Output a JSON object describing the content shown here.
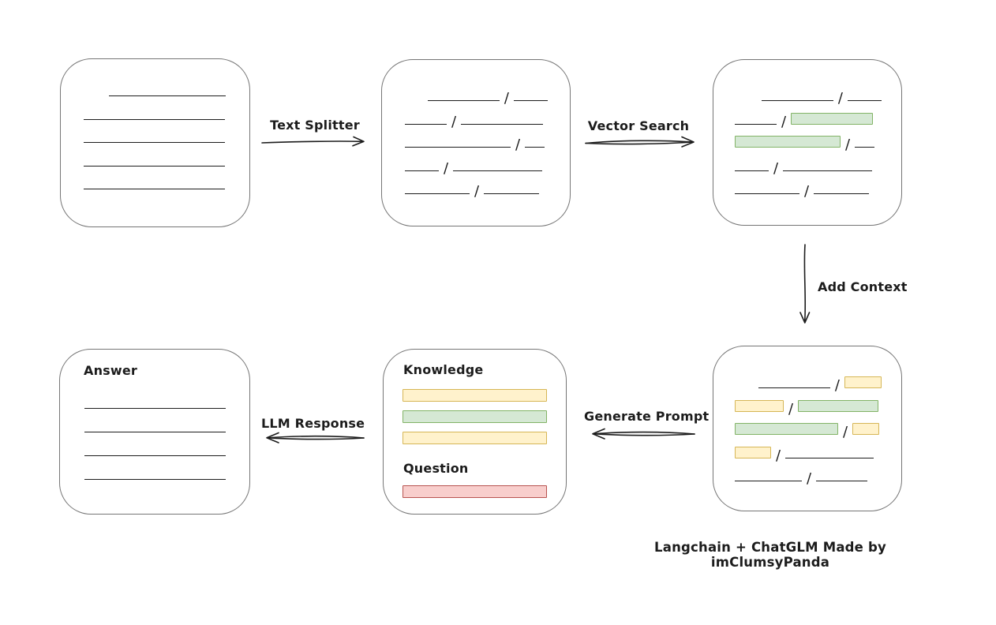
{
  "footer": {
    "credit": "Langchain + ChatGLM Made by imClumsyPanda"
  },
  "glyphs": {
    "slash": "/"
  },
  "colors": {
    "ink": "#1c1c1c",
    "box_border": "#757575",
    "green": {
      "fill": "#d5e8d4",
      "stroke": "#82b366"
    },
    "yellow": {
      "fill": "#fff2cc",
      "stroke": "#d6b656"
    },
    "red": {
      "fill": "#f8cecc",
      "stroke": "#b85450"
    }
  },
  "arrows": {
    "text_splitter": {
      "label": "Text Splitter"
    },
    "vector_search": {
      "label": "Vector Search"
    },
    "add_context": {
      "label": "Add Context"
    },
    "generate_prompt": {
      "label": "Generate Prompt"
    },
    "llm_response": {
      "label": "LLM Response"
    }
  },
  "nodes": {
    "source_document": {
      "rows": [
        {
          "align": "end",
          "segs": [
            {
              "t": "line",
              "w": 148
            }
          ]
        },
        {
          "segs": [
            {
              "t": "line",
              "w": 179
            }
          ]
        },
        {
          "segs": [
            {
              "t": "line",
              "w": 179
            }
          ]
        },
        {
          "segs": [
            {
              "t": "line",
              "w": 179
            }
          ]
        },
        {
          "segs": [
            {
              "t": "line",
              "w": 179
            }
          ]
        }
      ]
    },
    "split_text": {
      "rows": [
        {
          "align": "end",
          "segs": [
            {
              "t": "line",
              "w": 91
            },
            {
              "t": "slash"
            },
            {
              "t": "line",
              "w": 43
            }
          ]
        },
        {
          "segs": [
            {
              "t": "line",
              "w": 53
            },
            {
              "t": "slash"
            },
            {
              "t": "line",
              "w": 104
            }
          ]
        },
        {
          "segs": [
            {
              "t": "line",
              "w": 134
            },
            {
              "t": "slash"
            },
            {
              "t": "line",
              "w": 25
            }
          ]
        },
        {
          "segs": [
            {
              "t": "line",
              "w": 43
            },
            {
              "t": "slash"
            },
            {
              "t": "line",
              "w": 113
            }
          ]
        },
        {
          "segs": [
            {
              "t": "line",
              "w": 82
            },
            {
              "t": "slash"
            },
            {
              "t": "line",
              "w": 70
            }
          ]
        }
      ]
    },
    "matched_text": {
      "rows": [
        {
          "align": "end",
          "segs": [
            {
              "t": "line",
              "w": 91
            },
            {
              "t": "slash"
            },
            {
              "t": "line",
              "w": 43
            }
          ]
        },
        {
          "segs": [
            {
              "t": "line",
              "w": 53
            },
            {
              "t": "slash"
            },
            {
              "t": "bar",
              "c": "green",
              "w": 104
            }
          ]
        },
        {
          "segs": [
            {
              "t": "bar",
              "c": "green",
              "w": 134
            },
            {
              "t": "slash"
            },
            {
              "t": "line",
              "w": 25
            }
          ]
        },
        {
          "segs": [
            {
              "t": "line",
              "w": 43
            },
            {
              "t": "slash"
            },
            {
              "t": "line",
              "w": 113
            }
          ]
        },
        {
          "segs": [
            {
              "t": "line",
              "w": 82
            },
            {
              "t": "slash"
            },
            {
              "t": "line",
              "w": 70
            }
          ]
        }
      ]
    },
    "context_text": {
      "rows": [
        {
          "align": "end",
          "segs": [
            {
              "t": "line",
              "w": 91
            },
            {
              "t": "slash"
            },
            {
              "t": "bar",
              "c": "yellow",
              "w": 47
            }
          ]
        },
        {
          "segs": [
            {
              "t": "bar",
              "c": "yellow",
              "w": 62
            },
            {
              "t": "slash"
            },
            {
              "t": "bar",
              "c": "green",
              "w": 102
            }
          ]
        },
        {
          "segs": [
            {
              "t": "bar",
              "c": "green",
              "w": 131
            },
            {
              "t": "slash"
            },
            {
              "t": "bar",
              "c": "yellow",
              "w": 34
            }
          ]
        },
        {
          "segs": [
            {
              "t": "bar",
              "c": "yellow",
              "w": 46
            },
            {
              "t": "slash"
            },
            {
              "t": "line",
              "w": 112
            }
          ]
        },
        {
          "segs": [
            {
              "t": "line",
              "w": 85
            },
            {
              "t": "slash"
            },
            {
              "t": "line",
              "w": 65
            }
          ]
        }
      ]
    },
    "prompt": {
      "knowledge_label": "Knowledge",
      "question_label": "Question",
      "knowledge_bars": [
        "yellow",
        "green",
        "yellow"
      ],
      "question_bars": [
        "red"
      ]
    },
    "answer": {
      "label": "Answer",
      "rows": [
        {
          "segs": [
            {
              "t": "line",
              "w": 179
            }
          ]
        },
        {
          "segs": [
            {
              "t": "line",
              "w": 179
            }
          ]
        },
        {
          "segs": [
            {
              "t": "line",
              "w": 179
            }
          ]
        },
        {
          "segs": [
            {
              "t": "line",
              "w": 179
            }
          ]
        }
      ]
    }
  }
}
